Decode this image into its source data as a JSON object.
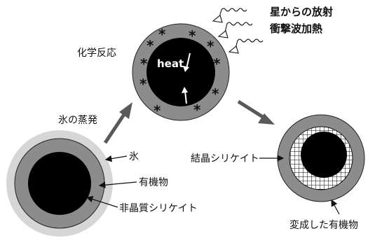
{
  "labels": {
    "ice_evaporation": "氷の蒸発",
    "chemical_reaction": "化学反応",
    "heat": "heat",
    "radiation_line1": "星からの放射",
    "radiation_line2": "衝撃波加熱",
    "ice": "氷",
    "organic": "有機物",
    "amorphous_silicate": "非晶質シリケイト",
    "crystalline_silicate": "結晶シリケイト",
    "altered_organic": "変成した有機物"
  },
  "colors": {
    "ice_layer": "#d6d6d6",
    "organic_layer": "#8c8c8c",
    "core": "#000000",
    "arrow": "#595959",
    "grid": "#000000"
  },
  "icons": {
    "reaction_mark": "asterisk",
    "radiation_mark": "wavy-arrow"
  }
}
